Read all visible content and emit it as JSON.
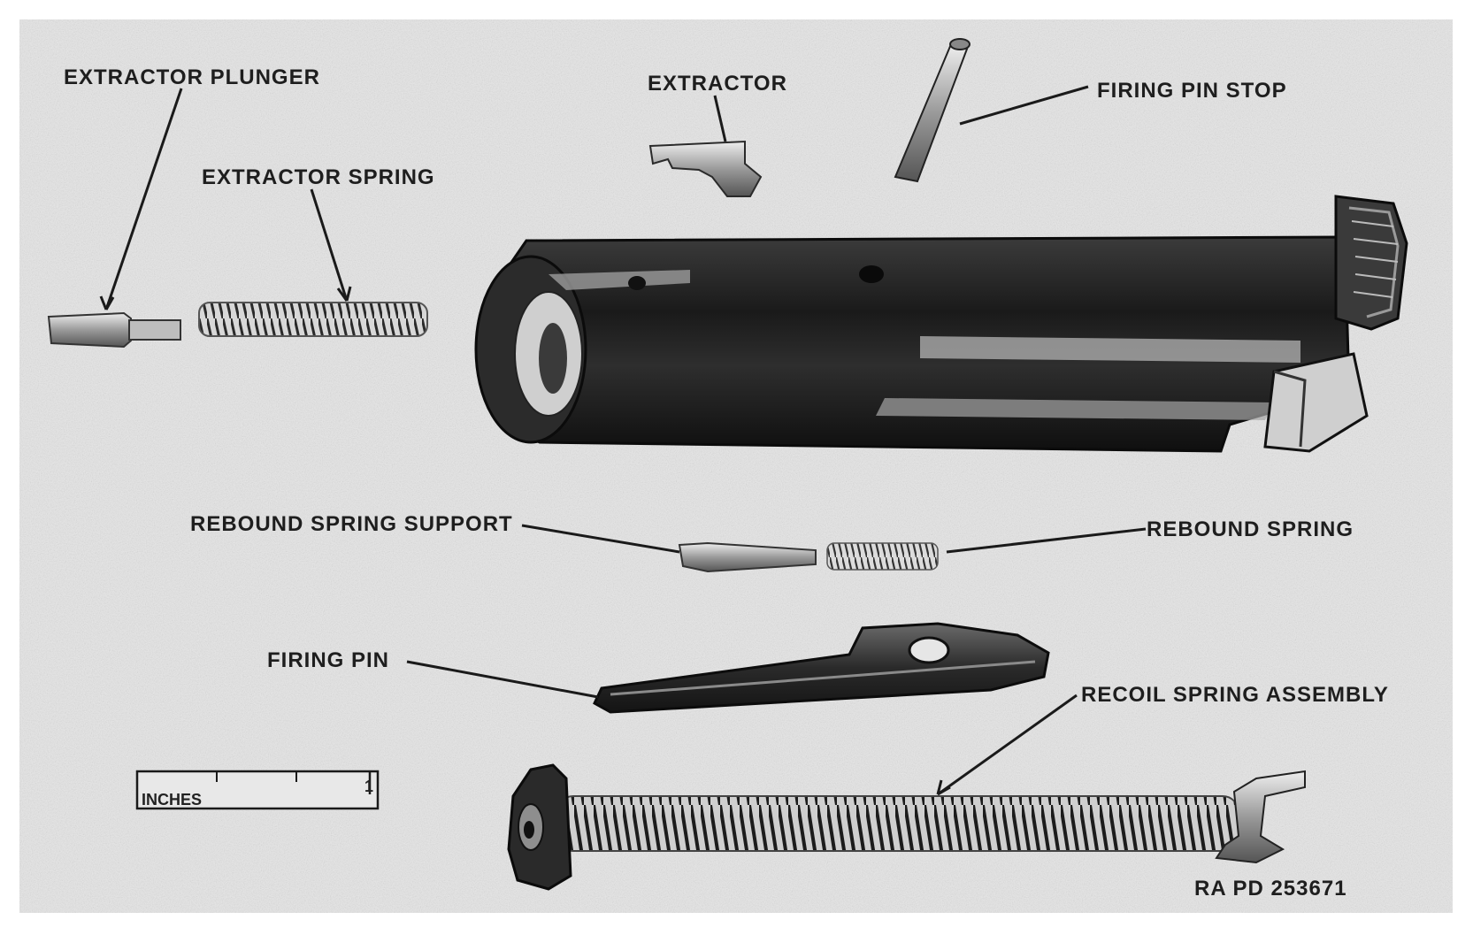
{
  "labels": {
    "extractor_plunger": "EXTRACTOR PLUNGER",
    "extractor_spring": "EXTRACTOR SPRING",
    "extractor": "EXTRACTOR",
    "firing_pin_stop": "FIRING PIN STOP",
    "rebound_spring_support": "REBOUND SPRING SUPPORT",
    "rebound_spring": "REBOUND SPRING",
    "firing_pin": "FIRING PIN",
    "recoil_spring_assembly": "RECOIL SPRING ASSEMBLY"
  },
  "scale": {
    "unit_label": "INCHES",
    "ticks": [
      "1"
    ]
  },
  "reference": "RA PD 253671",
  "colors": {
    "paper": "#e9e9e9",
    "metal_dark": "#1f1f1f",
    "metal_mid": "#5a5a5a",
    "metal_light": "#cfcfcf"
  }
}
